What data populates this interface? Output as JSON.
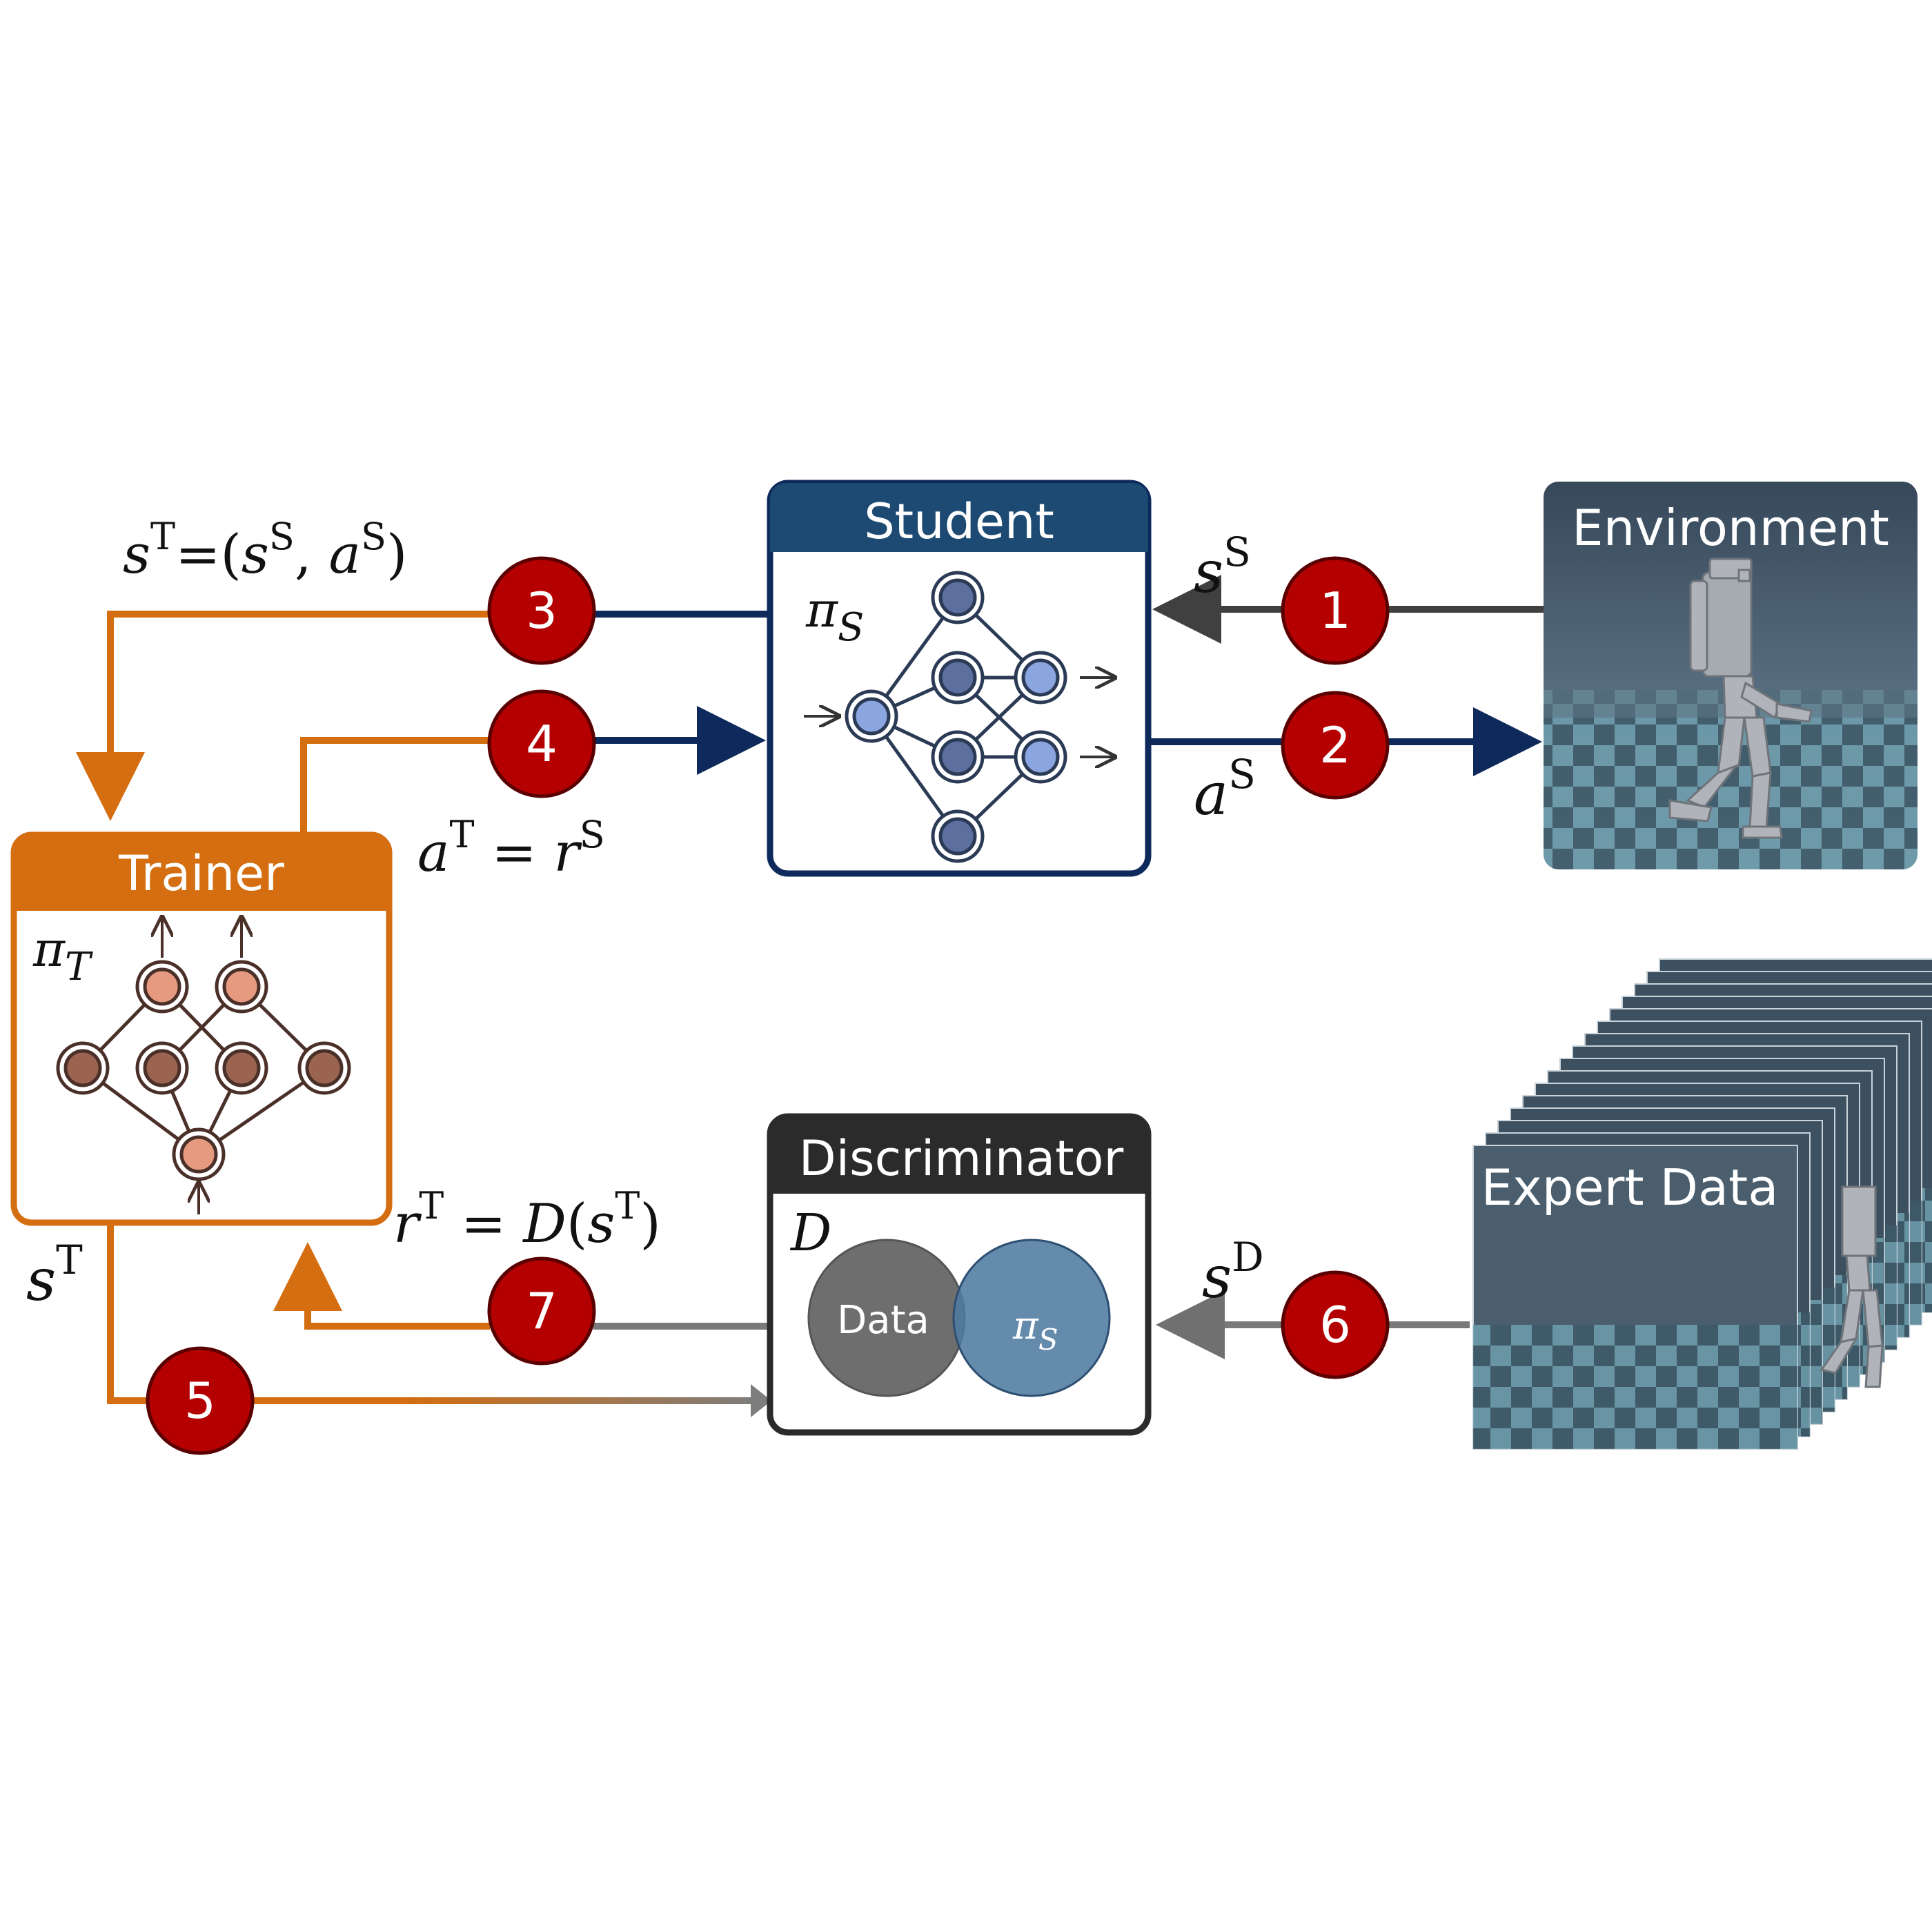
{
  "colors": {
    "student": "#1d4a72",
    "student_dark": "#0e2a5c",
    "trainer": "#d46e10",
    "discriminator": "#2b2b2b",
    "badge": "#b40000",
    "gray_arrow": "#707070"
  },
  "student": {
    "title": "Student",
    "policy_symbol": "π",
    "policy_sub": "S"
  },
  "trainer": {
    "title": "Trainer",
    "policy_symbol": "π",
    "policy_sub": "T"
  },
  "discriminator": {
    "title": "Discriminator",
    "symbol": "D",
    "venn_left_label": "Data",
    "venn_right_symbol": "π",
    "venn_right_sub": "S"
  },
  "environment": {
    "title": "Environment"
  },
  "expert": {
    "title": "Expert Data"
  },
  "steps": [
    "1",
    "2",
    "3",
    "4",
    "5",
    "6",
    "7"
  ],
  "labels": {
    "sT_def": {
      "s": "s",
      "T": "T",
      "eq": "=(",
      "sS": "s",
      "S1": "S",
      "comma": ", ",
      "a": "a",
      "S2": "S",
      "close": ")"
    },
    "aT_def": {
      "a": "a",
      "T": "T",
      "eq": " = ",
      "r": "r",
      "S": "S"
    },
    "rT_def": {
      "r": "r",
      "T": "T",
      "eq": " = ",
      "D": "D",
      "open": "(",
      "s": "s",
      "T2": "T",
      "close": ")"
    },
    "sS": {
      "base": "s",
      "sup": "S"
    },
    "aS": {
      "base": "a",
      "sup": "S"
    },
    "sD": {
      "base": "s",
      "sup": "D"
    },
    "sT": {
      "base": "s",
      "sup": "T"
    }
  }
}
